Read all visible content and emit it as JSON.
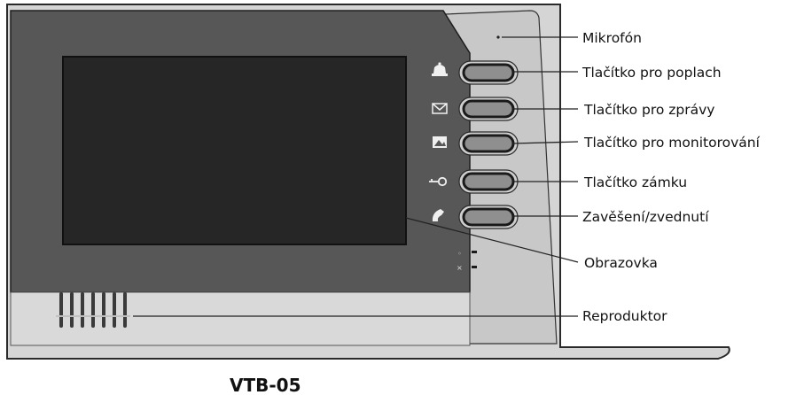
{
  "model": "VTB-05",
  "labels": {
    "microphone": "Mikrofón",
    "alarm": "Tlačítko pro poplach",
    "messages": "Tlačítko pro zprávy",
    "monitoring": "Tlačítko pro monitorování",
    "lock": "Tlačítko zámku",
    "hangup": "Zavěšení/zvednutí",
    "screen": "Obrazovka",
    "speaker": "Reproduktor"
  },
  "icons": {
    "alarm": "bell-alarm-icon",
    "messages": "envelope-icon",
    "monitoring": "monitor-picture-icon",
    "lock": "key-icon",
    "hangup": "handset-icon"
  },
  "colors": {
    "body": "#d3d3d3",
    "front_panel": "#565656",
    "screen": "#262626",
    "button": "#8f8f8f"
  }
}
